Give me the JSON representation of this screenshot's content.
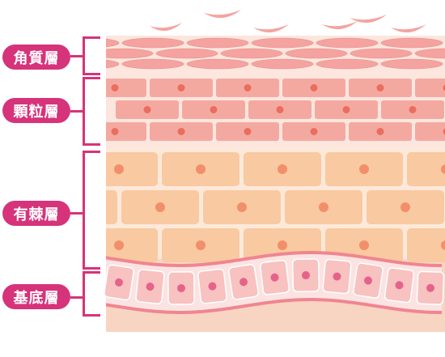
{
  "layers": [
    {
      "id": "kakushitsu",
      "label": "角質層"
    },
    {
      "id": "karyu",
      "label": "顆粒層"
    },
    {
      "id": "yuukyoku",
      "label": "有棘層"
    },
    {
      "id": "kitei",
      "label": "基底層"
    }
  ],
  "colors": {
    "accent": "#d6337a",
    "stratum_corneum_fill": "#f4a3a0",
    "stratum_corneum_outline": "#e88a88",
    "granulosum_cell": "#f4a9a0",
    "granulosum_nucleus": "#ea6d5f",
    "spinosum_cell": "#f9c9a1",
    "spinosum_nucleus": "#f28f6a",
    "basale_cell": "#f7c2c0",
    "basale_nucleus": "#e5638b",
    "basement_membrane": "#f08590",
    "dermis": "#f8d4c3",
    "gap_light": "#fce6dd"
  }
}
